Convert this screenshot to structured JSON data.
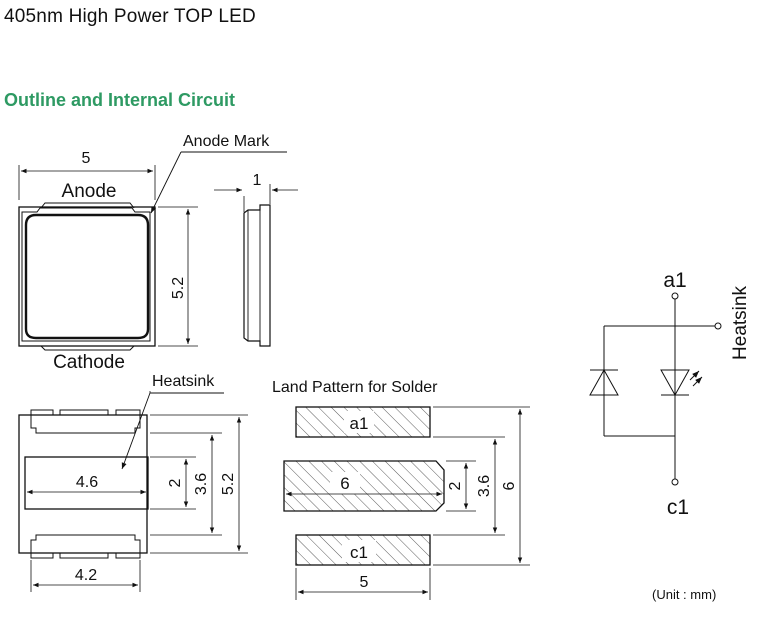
{
  "header": {
    "title": "405nm High Power TOP LED",
    "section_title": "Outline and Internal Circuit"
  },
  "top_view": {
    "width_dim": "5",
    "height_dim": "5.2",
    "anode_label": "Anode",
    "cathode_label": "Cathode",
    "anode_mark_label": "Anode Mark"
  },
  "side_view": {
    "thickness_dim": "1"
  },
  "bottom_view": {
    "heatsink_label": "Heatsink",
    "pad_width_dim": "4.6",
    "pad_height_dim": "2",
    "inner_height_dim": "3.6",
    "outer_height_dim": "5.2",
    "base_width_dim": "4.2"
  },
  "land_pattern": {
    "title": "Land Pattern for Solder",
    "pad_a_label": "a1",
    "pad_center_label": "6",
    "pad_c_label": "c1",
    "width_dim": "5",
    "center_height_dim": "2",
    "inner_height_dim": "3.6",
    "total_height_dim": "6"
  },
  "circuit": {
    "anode_label": "a1",
    "cathode_label": "c1",
    "heatsink_label": "Heatsink"
  },
  "footer": {
    "unit_note": "(Unit : mm)"
  }
}
